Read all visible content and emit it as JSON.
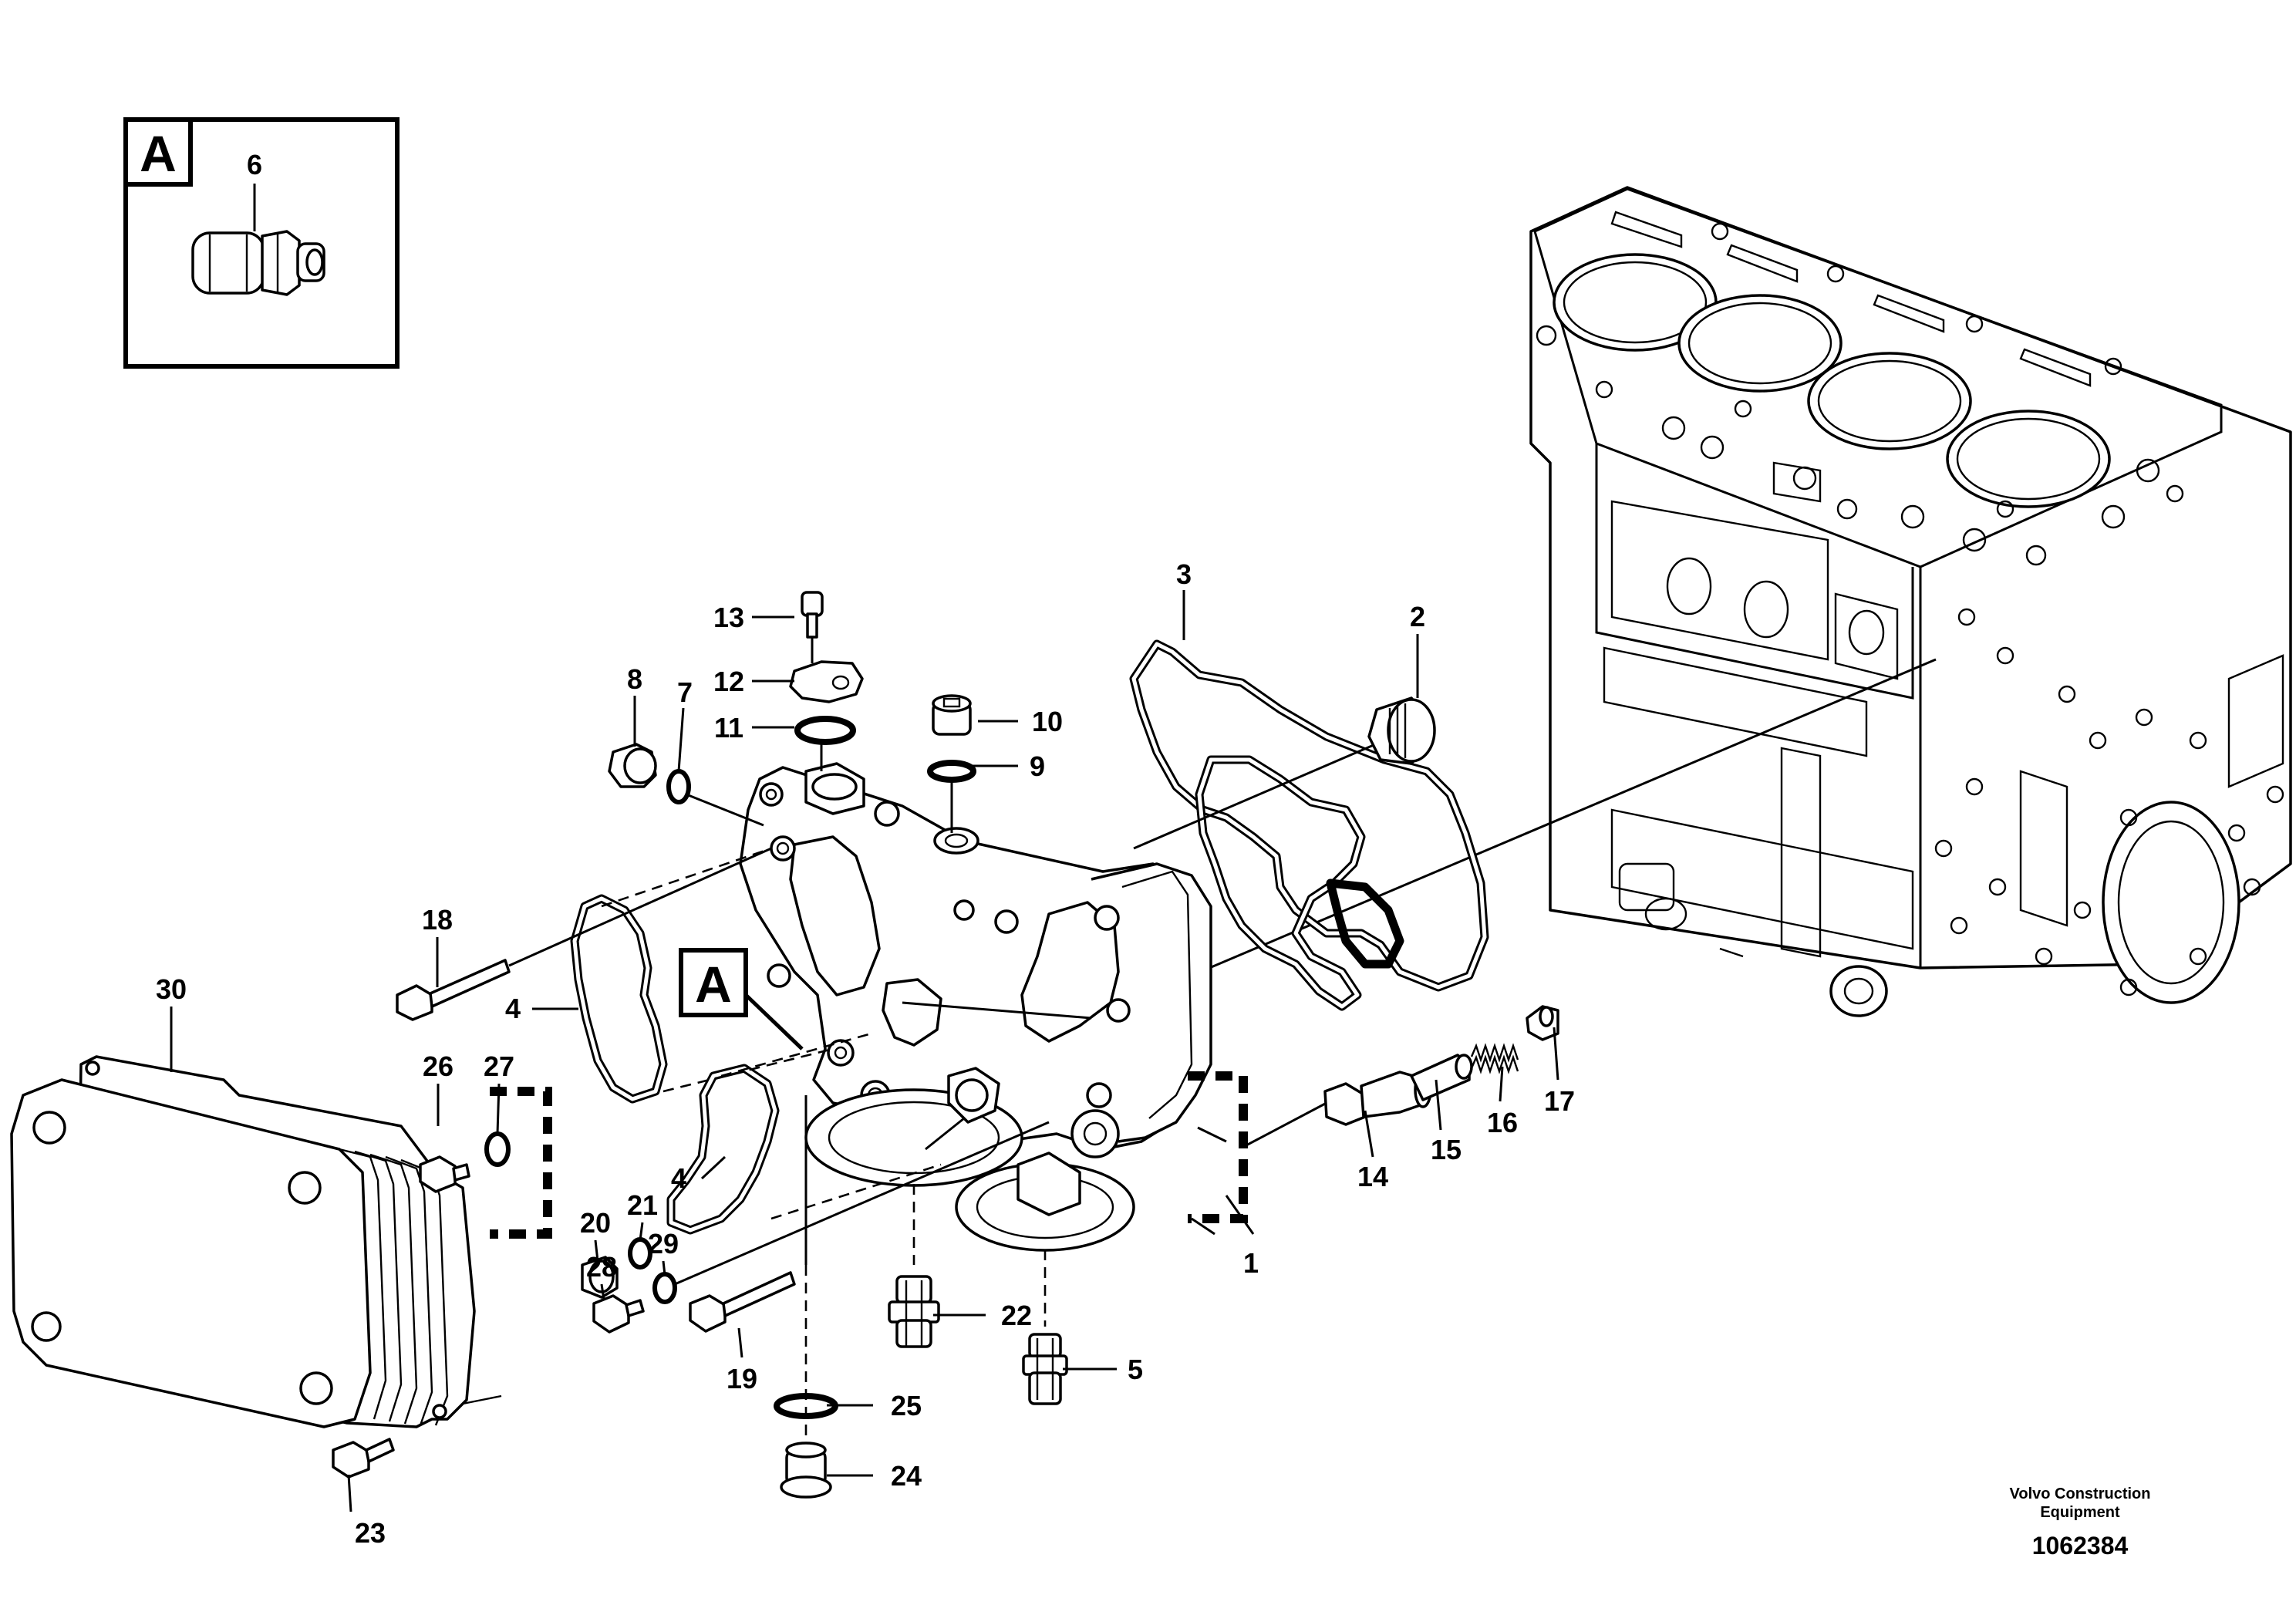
{
  "detail_box": {
    "label": "A",
    "part_number": "6"
  },
  "view_marker": "A",
  "callouts": [
    {
      "id": "c1",
      "text": "1"
    },
    {
      "id": "c2",
      "text": "2"
    },
    {
      "id": "c3",
      "text": "3"
    },
    {
      "id": "c4a",
      "text": "4"
    },
    {
      "id": "c4b",
      "text": "4"
    },
    {
      "id": "c5",
      "text": "5"
    },
    {
      "id": "c7",
      "text": "7"
    },
    {
      "id": "c8",
      "text": "8"
    },
    {
      "id": "c9",
      "text": "9"
    },
    {
      "id": "c10",
      "text": "10"
    },
    {
      "id": "c11",
      "text": "11"
    },
    {
      "id": "c12",
      "text": "12"
    },
    {
      "id": "c13",
      "text": "13"
    },
    {
      "id": "c14",
      "text": "14"
    },
    {
      "id": "c15",
      "text": "15"
    },
    {
      "id": "c16",
      "text": "16"
    },
    {
      "id": "c17",
      "text": "17"
    },
    {
      "id": "c18",
      "text": "18"
    },
    {
      "id": "c19",
      "text": "19"
    },
    {
      "id": "c20",
      "text": "20"
    },
    {
      "id": "c21",
      "text": "21"
    },
    {
      "id": "c22",
      "text": "22"
    },
    {
      "id": "c23",
      "text": "23"
    },
    {
      "id": "c24",
      "text": "24"
    },
    {
      "id": "c25",
      "text": "25"
    },
    {
      "id": "c26",
      "text": "26"
    },
    {
      "id": "c27",
      "text": "27"
    },
    {
      "id": "c28",
      "text": "28"
    },
    {
      "id": "c29",
      "text": "29"
    },
    {
      "id": "c30",
      "text": "30"
    }
  ],
  "credit": {
    "line1": "Volvo Construction",
    "line2": "Equipment"
  },
  "document_number": "1062384"
}
